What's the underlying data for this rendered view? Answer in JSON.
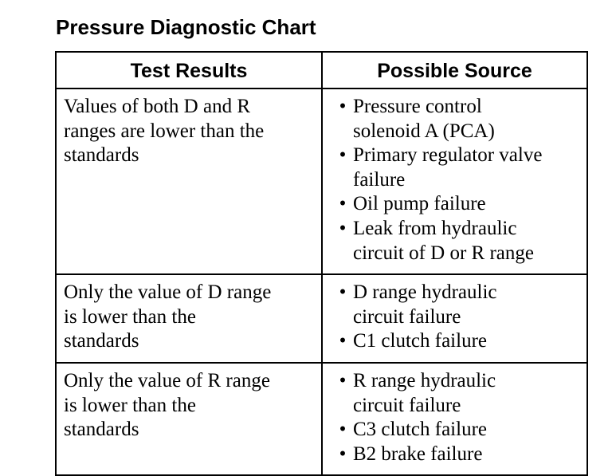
{
  "title": "Pressure Diagnostic Chart",
  "headers": {
    "test_results": "Test Results",
    "possible_source": "Possible Source"
  },
  "bullet_symbol": "•",
  "rows": [
    {
      "result": "Values of both D and R\nranges are lower than the\nstandards",
      "sources": [
        "Pressure control\nsolenoid A (PCA)",
        "Primary regulator valve\nfailure",
        "Oil pump failure",
        "Leak from hydraulic\ncircuit of D or R range"
      ]
    },
    {
      "result": "Only the value of D range\nis lower than the\nstandards",
      "sources": [
        "D range hydraulic\ncircuit failure",
        "C1 clutch failure"
      ]
    },
    {
      "result": "Only the value of R range\nis lower than the\nstandards",
      "sources": [
        "R range hydraulic\ncircuit failure",
        "C3 clutch failure",
        "B2 brake failure"
      ]
    }
  ]
}
